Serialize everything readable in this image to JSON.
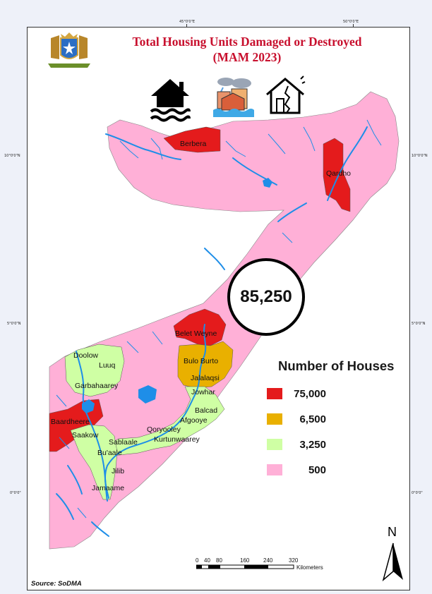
{
  "title": {
    "line1": "Total Housing Units Damaged or Destroyed",
    "line2": "(MAM 2023)"
  },
  "total_houses": "85,250",
  "legend": {
    "title": "Number of Houses",
    "classes": [
      {
        "value": "75,000",
        "color": "#e41b1c"
      },
      {
        "value": "6,500",
        "color": "#e9b000"
      },
      {
        "value": "3,250",
        "color": "#cfffa4"
      },
      {
        "value": "500",
        "color": "#ffb0d7"
      }
    ]
  },
  "places": {
    "berbera": "Berbera",
    "qardho": "Qardho",
    "beletweyne": "Belet Weyne",
    "buloburto": "Bulo Burto",
    "jalalaqsi": "Jalalaqsi",
    "jowhar": "Jowhar",
    "balcad": "Balcad",
    "afgooye": "Afgooye",
    "qoryooley": "Qoryooley",
    "kurtunwaarey": "Kurtunwaarey",
    "sablaale": "Sablaale",
    "buaale": "Bu'aale",
    "jilib": "Jilib",
    "jamaame": "Jamaame",
    "doolow": "Doolow",
    "luuq": "Luuq",
    "garbahaarey": "Garbahaarey",
    "baardheere": "Baardheere",
    "saakow": "Saakow"
  },
  "graticule": {
    "lon_left": "45°0'0\"E",
    "lon_right": "50°0'0\"E",
    "lat_top": "10°0'0\"N",
    "lat_mid": "5°0'0\"N",
    "lat_bottom": "0°0'0\""
  },
  "scale_bar": {
    "ticks": [
      "0",
      "40",
      "80",
      "160",
      "240",
      "320"
    ],
    "unit": "Kilometers"
  },
  "north_arrow_label": "N",
  "source": "Source: SoDMA",
  "icons": [
    "somalia-coat-of-arms",
    "flooded-house-icon",
    "flooded-town-icon",
    "cracked-house-icon"
  ]
}
